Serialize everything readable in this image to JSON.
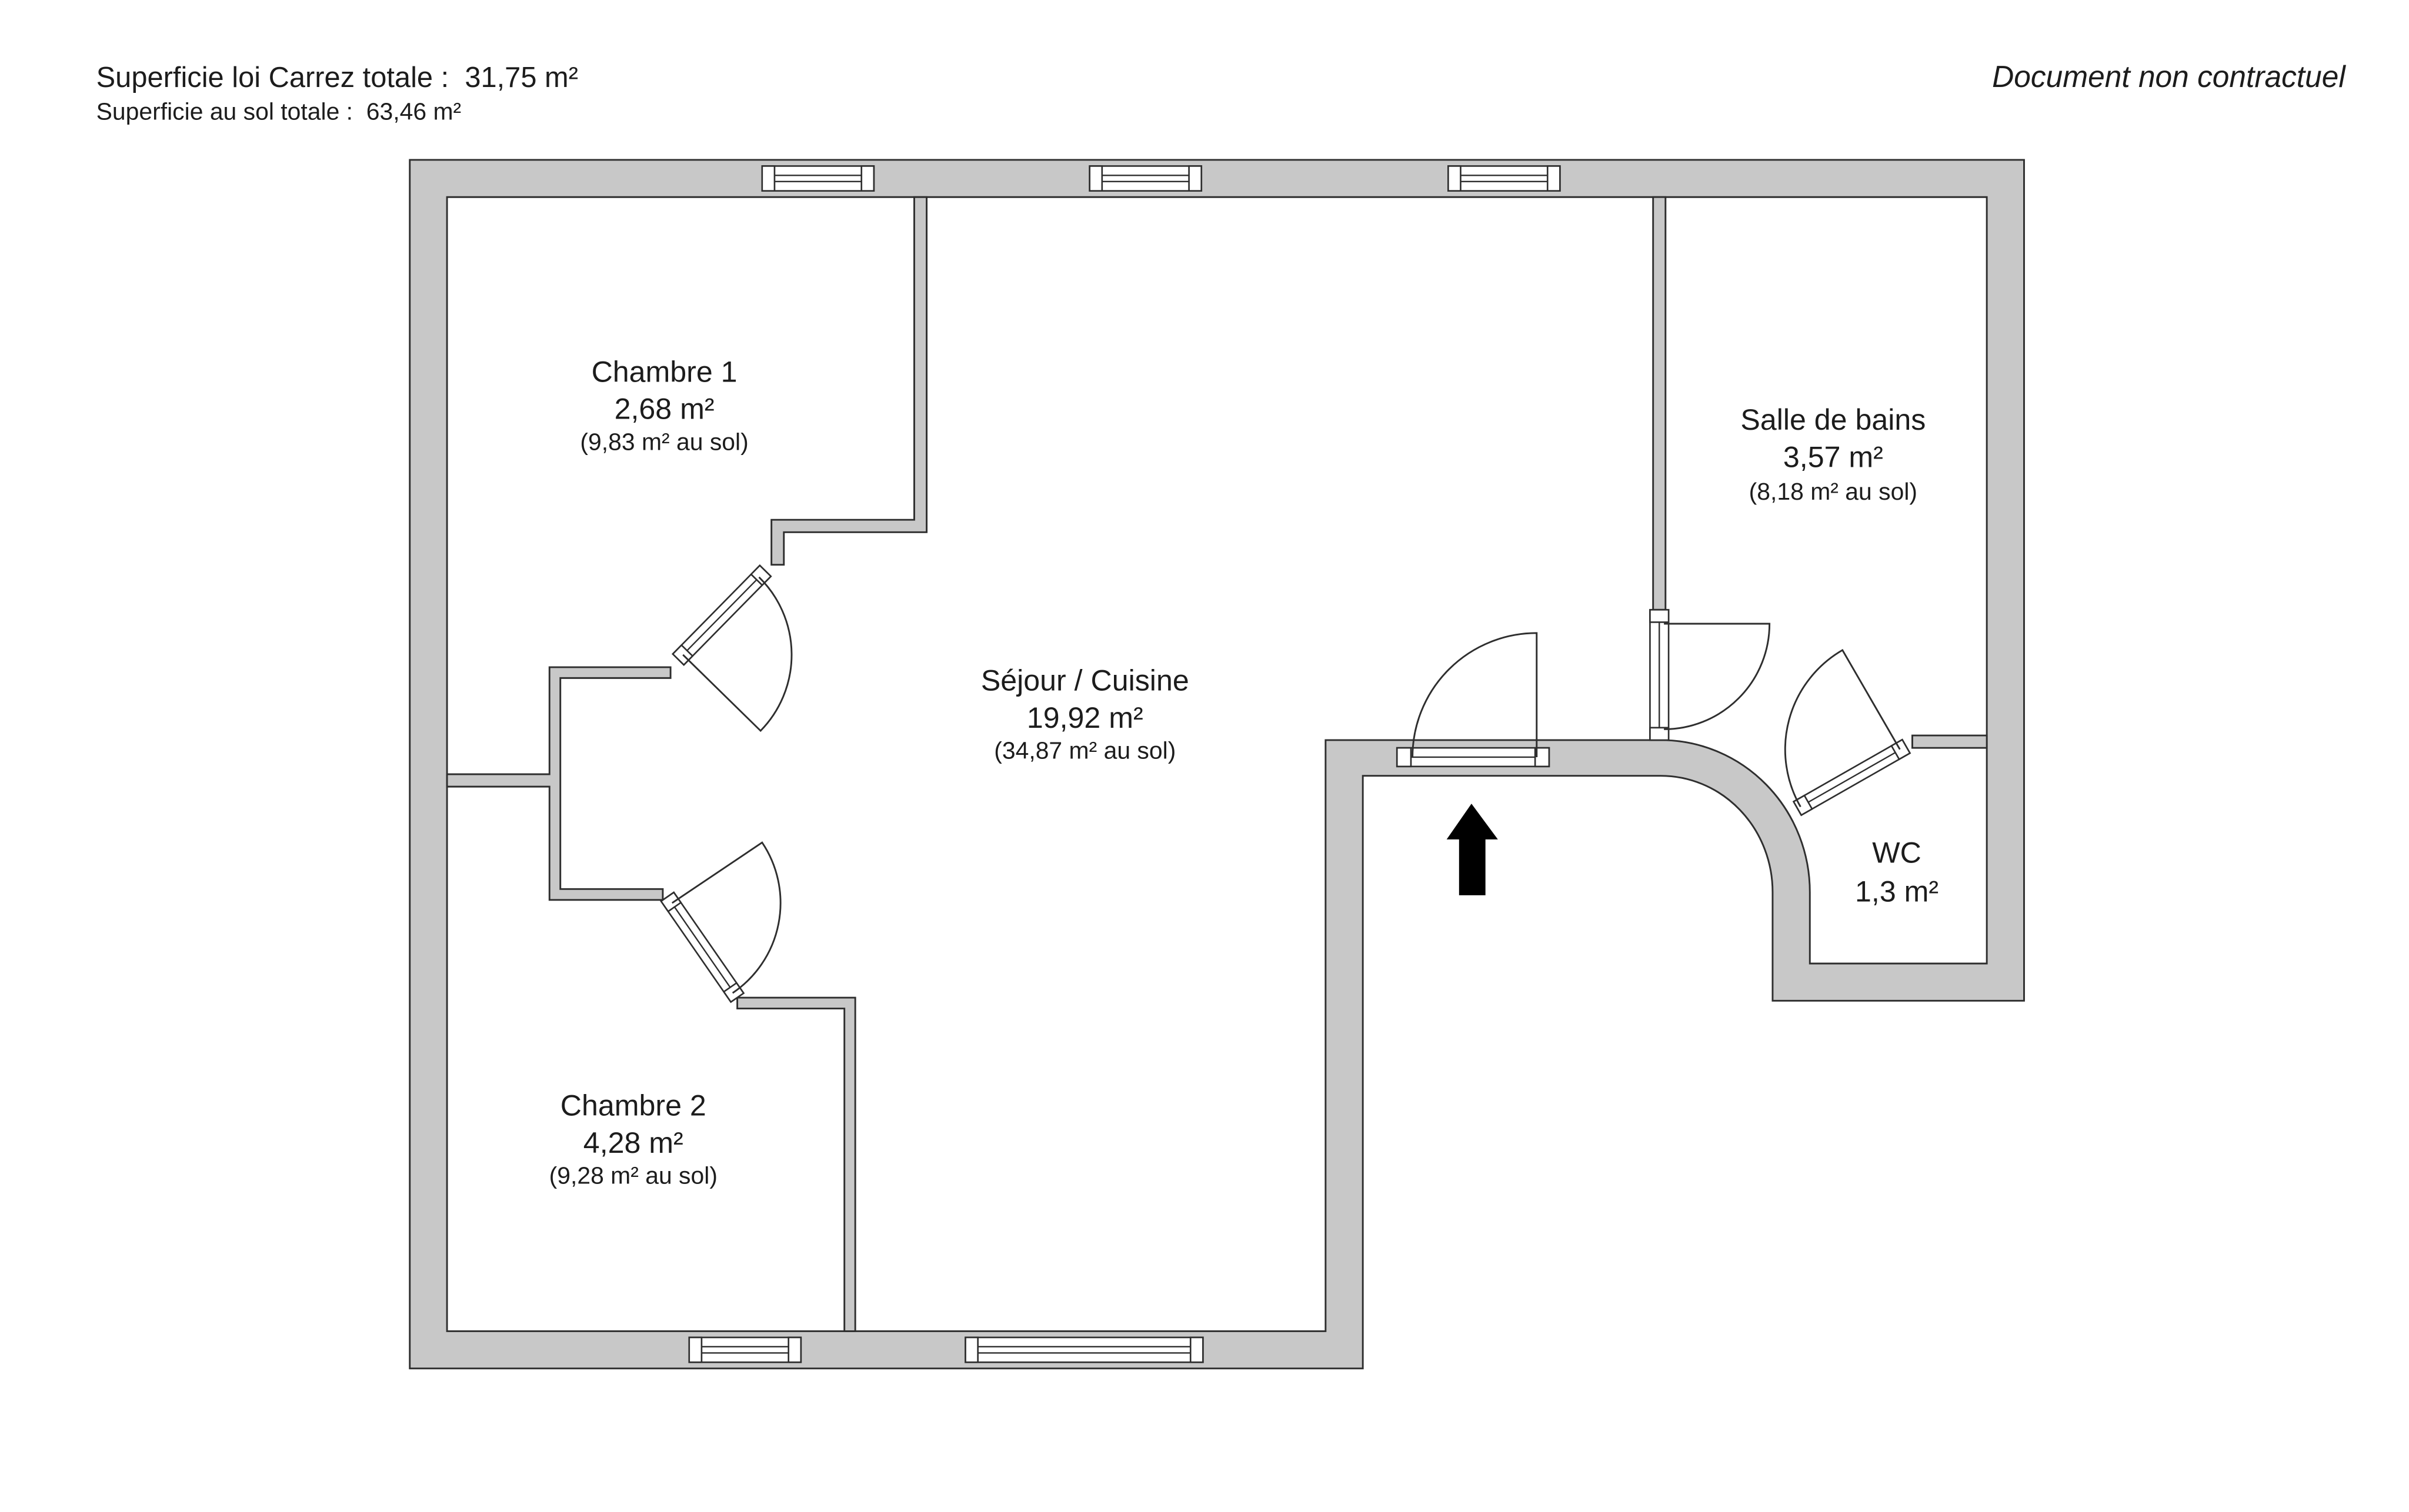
{
  "header": {
    "carrez_total": "Superficie loi Carrez totale :  31,75 m²",
    "floor_total": "Superficie au sol totale :  63,46 m²",
    "disclaimer": "Document non contractuel"
  },
  "rooms": {
    "chambre_1": {
      "name": "Chambre 1",
      "carrez_area": "2,68 m²",
      "floor_area": "(9,83 m² au sol)"
    },
    "sejour_cuisine": {
      "name": "Séjour / Cuisine",
      "carrez_area": "19,92 m²",
      "floor_area": "(34,87 m² au sol)"
    },
    "salle_de_bains": {
      "name": "Salle de bains",
      "carrez_area": "3,57 m²",
      "floor_area": "(8,18 m² au sol)"
    },
    "wc": {
      "name": "WC",
      "carrez_area": "1,3 m²"
    },
    "chambre_2": {
      "name": "Chambre 2",
      "carrez_area": "4,28 m²",
      "floor_area": "(9,28 m² au sol)"
    }
  },
  "icons": {
    "entrance": "arrow-up-icon"
  },
  "colors": {
    "wall": "#c8c8c8",
    "outline": "#2e2e2e",
    "text": "#1c1c1c",
    "arrow": "#000000"
  }
}
